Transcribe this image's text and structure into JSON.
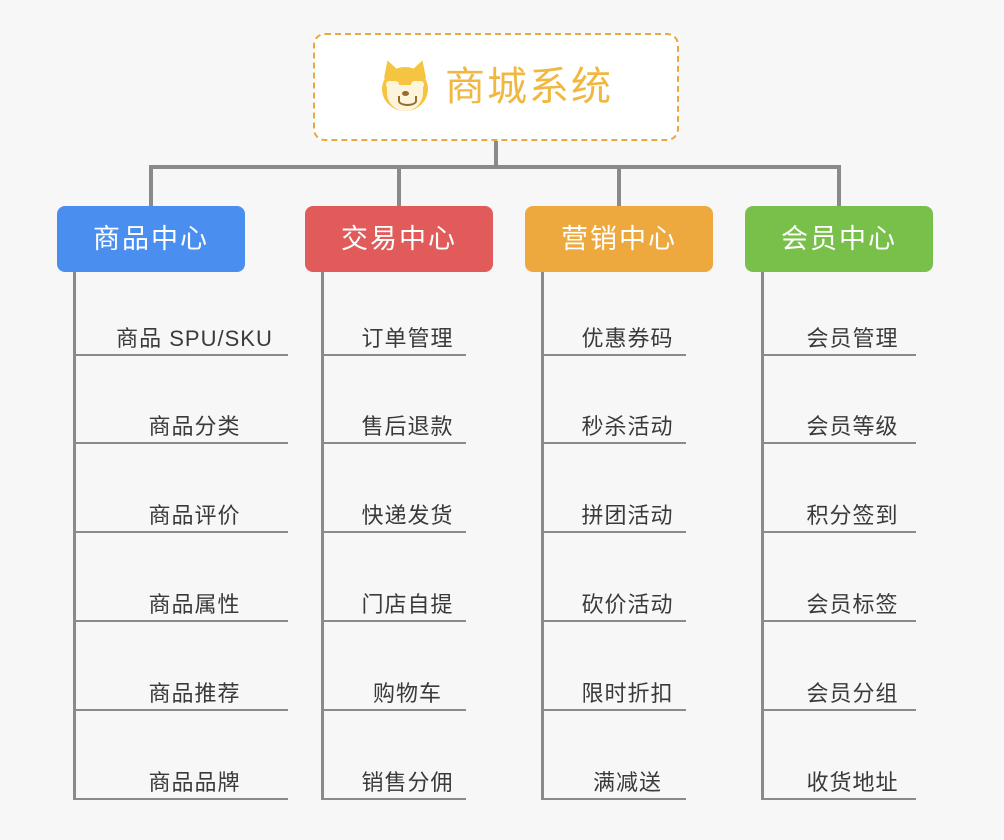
{
  "page": {
    "background_color": "#f7f7f7",
    "title": "商城系统"
  },
  "root": {
    "label": "商城系统",
    "icon": "shiba-inu-dog-icon",
    "text_color": "#f0b840",
    "border_color": "#eaa83c",
    "background_color": "#ffffff"
  },
  "connector_color": "#8a8a8a",
  "branches": [
    {
      "label": "商品中心",
      "color": "#4a8ef0",
      "items": [
        "商品 SPU/SKU",
        "商品分类",
        "商品评价",
        "商品属性",
        "商品推荐",
        "商品品牌"
      ]
    },
    {
      "label": "交易中心",
      "color": "#e15b5b",
      "items": [
        "订单管理",
        "售后退款",
        "快递发货",
        "门店自提",
        "购物车",
        "销售分佣"
      ]
    },
    {
      "label": "营销中心",
      "color": "#eda93e",
      "items": [
        "优惠券码",
        "秒杀活动",
        "拼团活动",
        "砍价活动",
        "限时折扣",
        "满减送"
      ]
    },
    {
      "label": "会员中心",
      "color": "#78c04a",
      "items": [
        "会员管理",
        "会员等级",
        "积分签到",
        "会员标签",
        "会员分组",
        "收货地址"
      ]
    }
  ]
}
